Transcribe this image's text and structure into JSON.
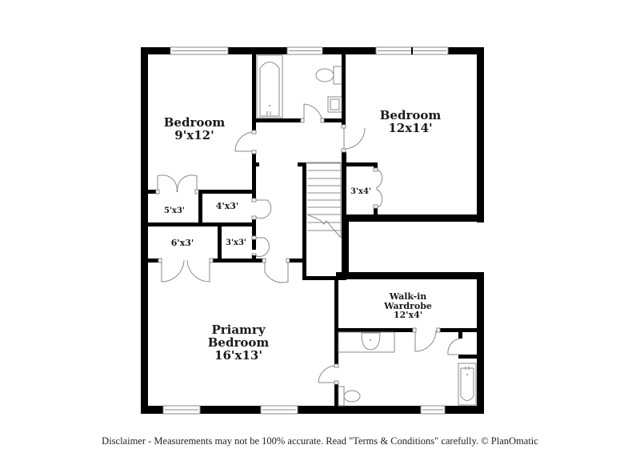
{
  "floor_plan": {
    "rooms": [
      {
        "id": "bedroom-1",
        "name": "Bedroom",
        "dimensions": "9'x12'"
      },
      {
        "id": "bedroom-2",
        "name": "Bedroom",
        "dimensions": "12x14'"
      },
      {
        "id": "closet-5x3",
        "name": "",
        "dimensions": "5'x3'"
      },
      {
        "id": "closet-4x3",
        "name": "",
        "dimensions": "4'x3'"
      },
      {
        "id": "closet-6x3",
        "name": "",
        "dimensions": "6'x3'"
      },
      {
        "id": "closet-3x3",
        "name": "",
        "dimensions": "3'x3'"
      },
      {
        "id": "closet-3x4",
        "name": "",
        "dimensions": "3'x4'"
      },
      {
        "id": "walk-in-wardrobe",
        "name_line1": "Walk-in",
        "name_line2": "Wardrobe",
        "dimensions": "12'x4'"
      },
      {
        "id": "primary-bedroom",
        "name_line1": "Priamry",
        "name_line2": "Bedroom",
        "dimensions": "16'x13'"
      }
    ],
    "fixtures": [
      "bathtub",
      "toilet",
      "sink",
      "staircase"
    ]
  },
  "footer": {
    "disclaimer": "Disclaimer - Measurements may not be 100% accurate. Read \"Terms & Conditions\" carefully. © PlanOmatic"
  }
}
